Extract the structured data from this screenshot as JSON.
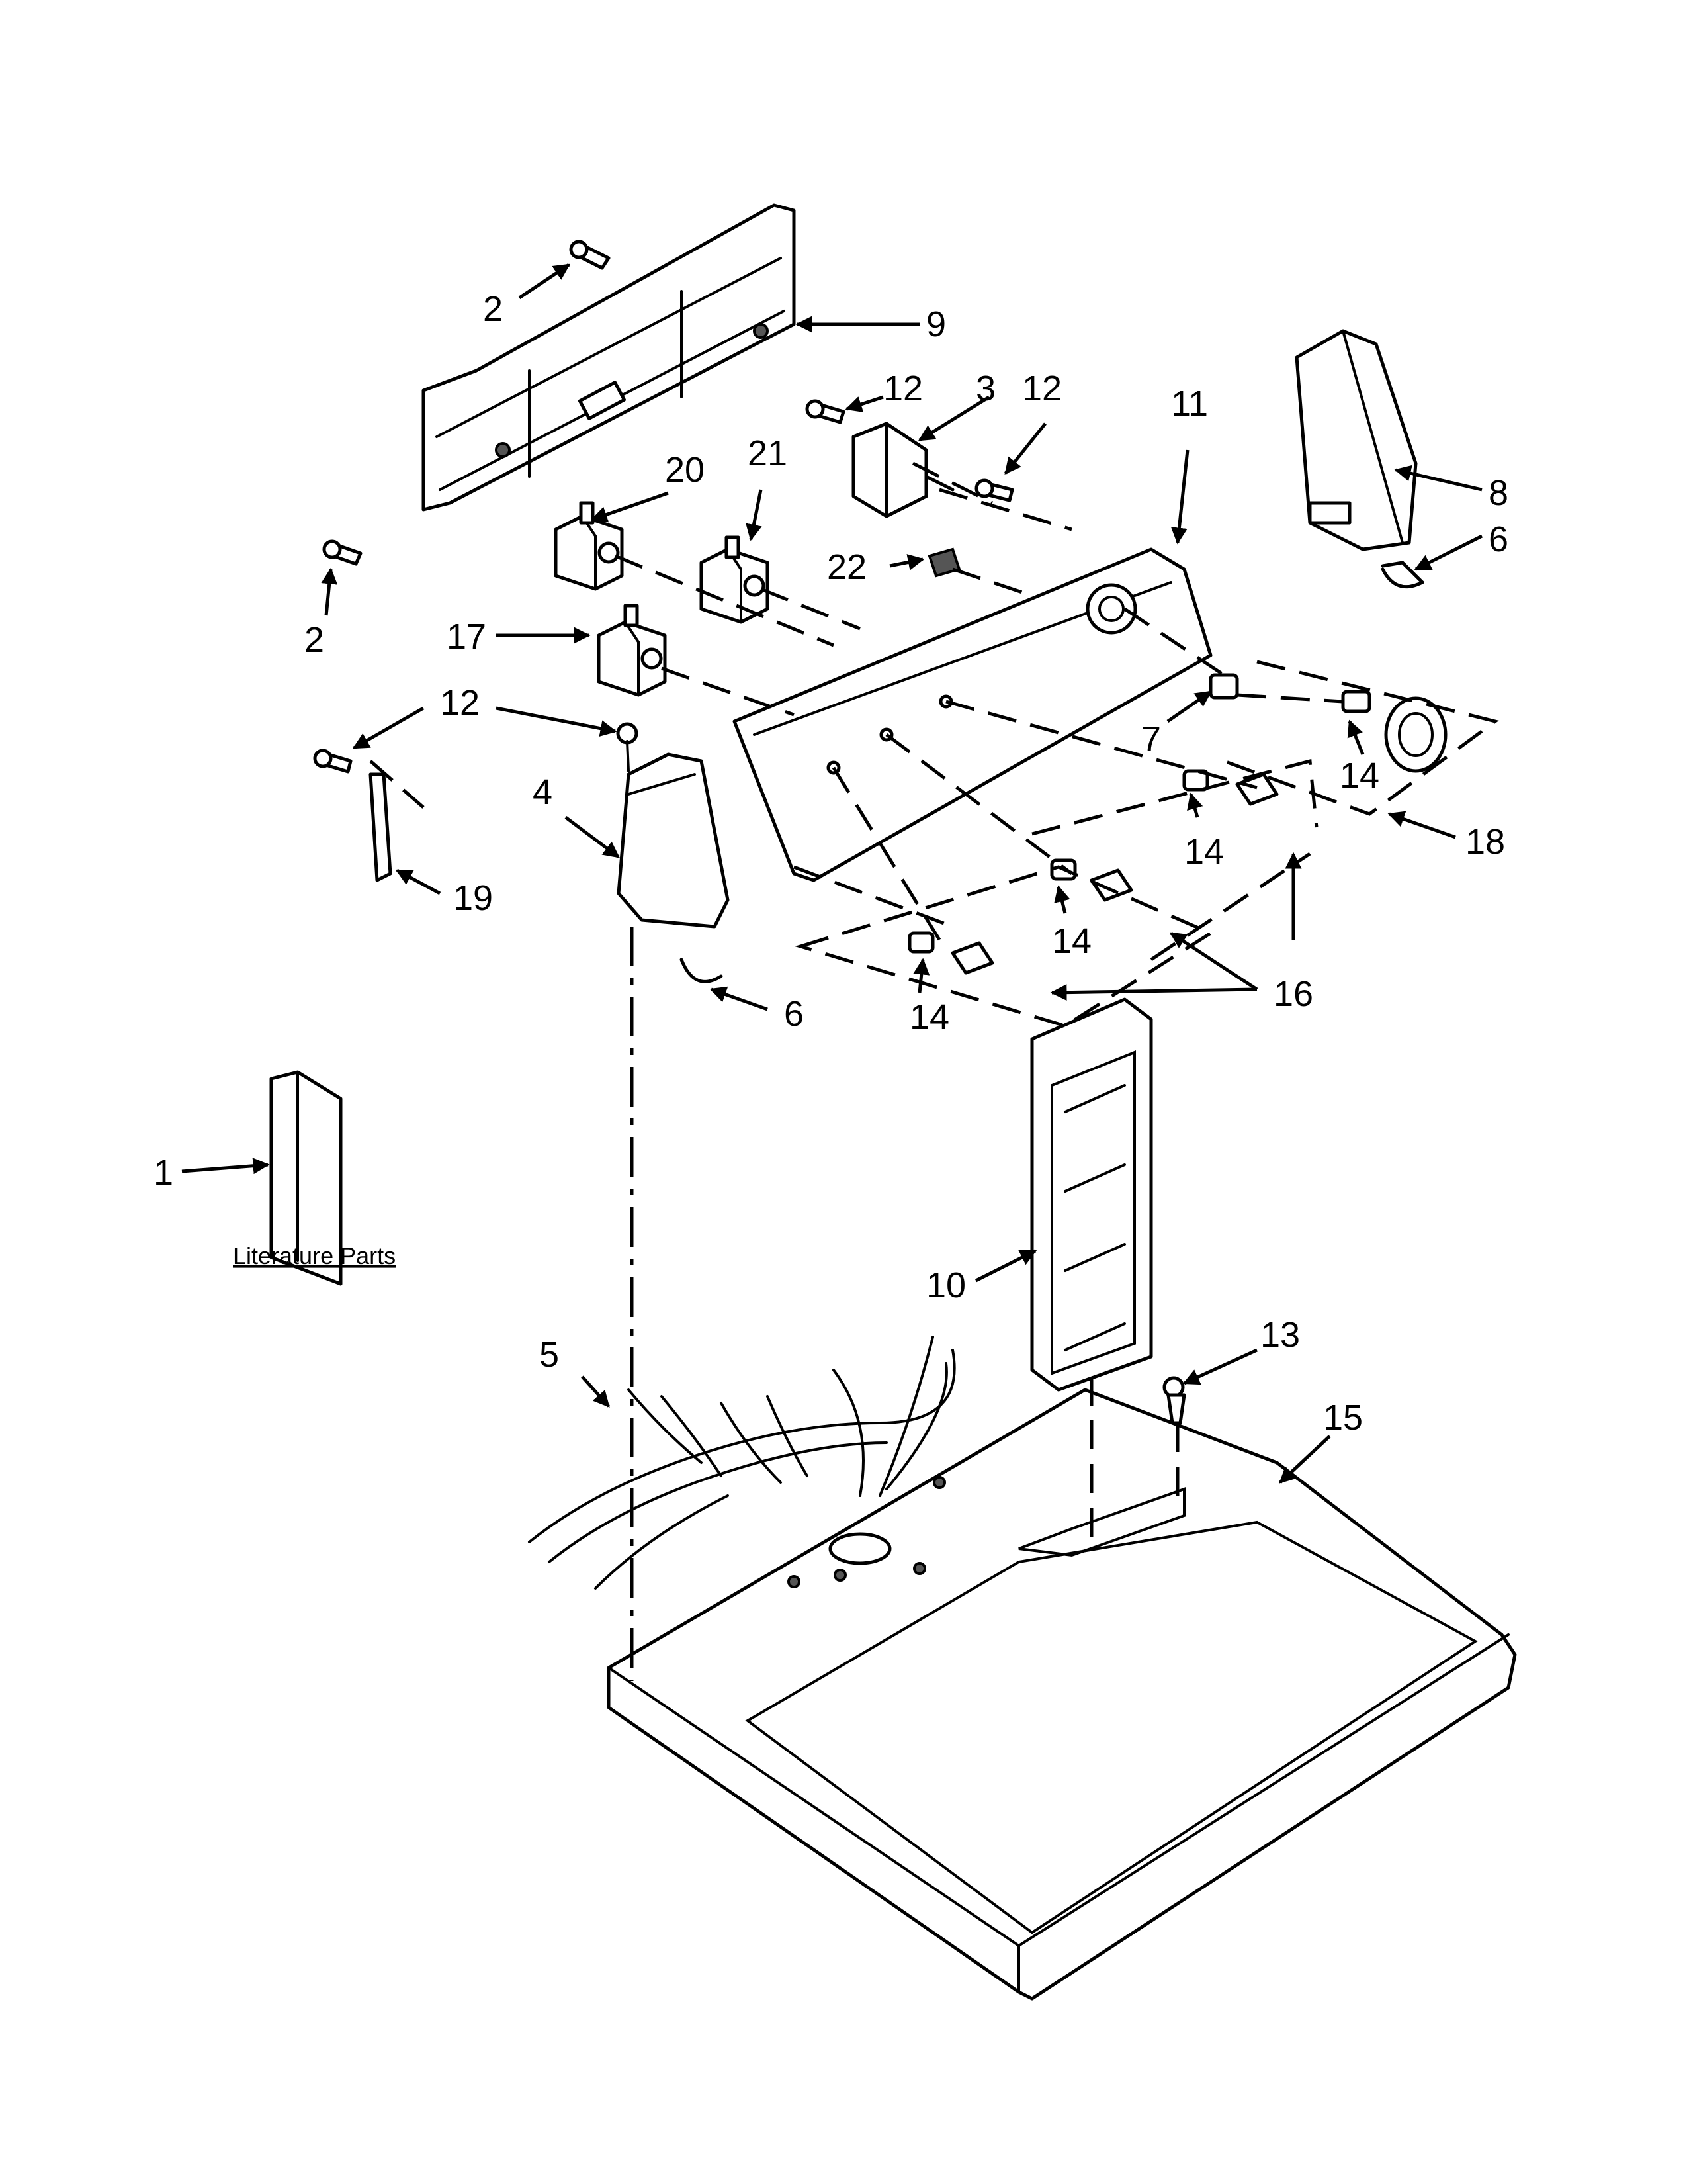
{
  "callouts": [
    {
      "label": "2"
    },
    {
      "label": "9"
    },
    {
      "label": "12"
    },
    {
      "label": "3"
    },
    {
      "label": "12"
    },
    {
      "label": "11"
    },
    {
      "label": "8"
    },
    {
      "label": "6"
    },
    {
      "label": "20"
    },
    {
      "label": "21"
    },
    {
      "label": "22"
    },
    {
      "label": "2"
    },
    {
      "label": "17"
    },
    {
      "label": "12"
    },
    {
      "label": "4"
    },
    {
      "label": "7"
    },
    {
      "label": "14"
    },
    {
      "label": "14"
    },
    {
      "label": "18"
    },
    {
      "label": "19"
    },
    {
      "label": "14"
    },
    {
      "label": "16"
    },
    {
      "label": "6"
    },
    {
      "label": "14"
    },
    {
      "label": "1"
    },
    {
      "label": "10"
    },
    {
      "label": "13"
    },
    {
      "label": "5"
    },
    {
      "label": "15"
    }
  ],
  "caption": "Literature Parts"
}
